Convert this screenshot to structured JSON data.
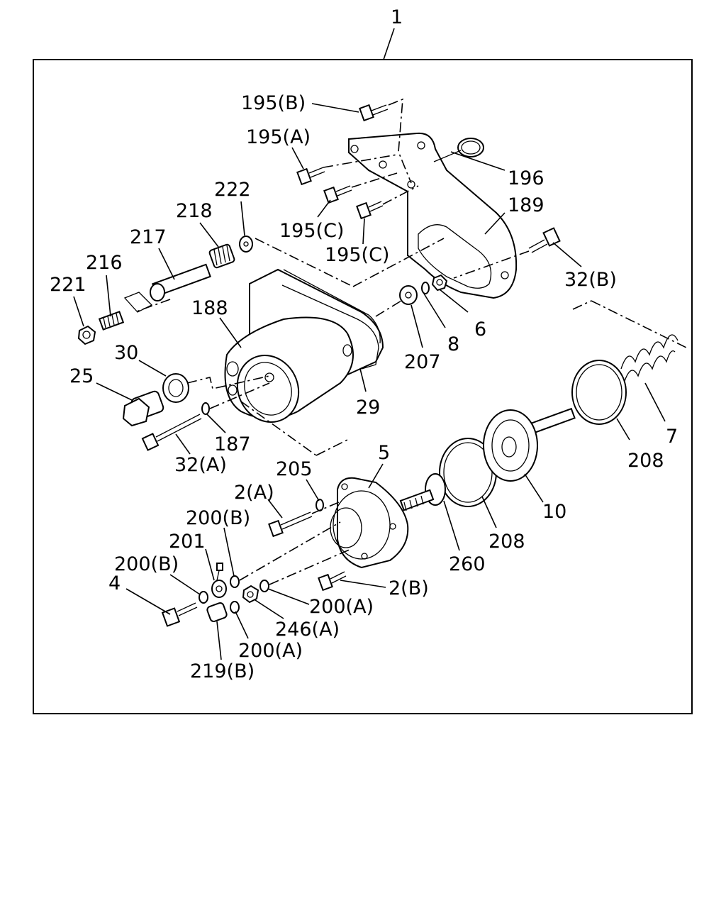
{
  "diagram": {
    "assembly_label": "1",
    "labels": {
      "l195b": "195(B)",
      "l195a": "195(A)",
      "l196": "196",
      "l222": "222",
      "l189": "189",
      "l218": "218",
      "l195c1": "195(C)",
      "l217": "217",
      "l195c2": "195(C)",
      "l216": "216",
      "l32b": "32(B)",
      "l221": "221",
      "l188": "188",
      "l6": "6",
      "l8": "8",
      "l207": "207",
      "l30": "30",
      "l25": "25",
      "l29": "29",
      "l7": "7",
      "l187": "187",
      "l32a": "32(A)",
      "l208a": "208",
      "l205": "205",
      "l5": "5",
      "l2a": "2(A)",
      "l10": "10",
      "l200b1": "200(B)",
      "l208b": "208",
      "l201": "201",
      "l260": "260",
      "l200b2": "200(B)",
      "l2b": "2(B)",
      "l4": "4",
      "l200a1": "200(A)",
      "l246a": "246(A)",
      "l200a2": "200(A)",
      "l219b": "219(B)"
    }
  }
}
